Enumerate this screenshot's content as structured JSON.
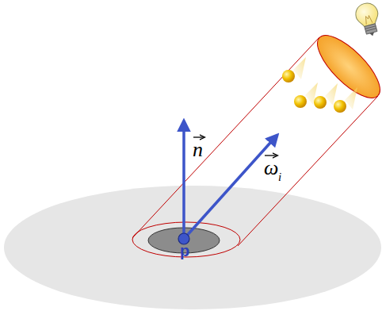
{
  "diagram": {
    "labels": [
      "n",
      "ω",
      "i",
      "p"
    ]
  }
}
